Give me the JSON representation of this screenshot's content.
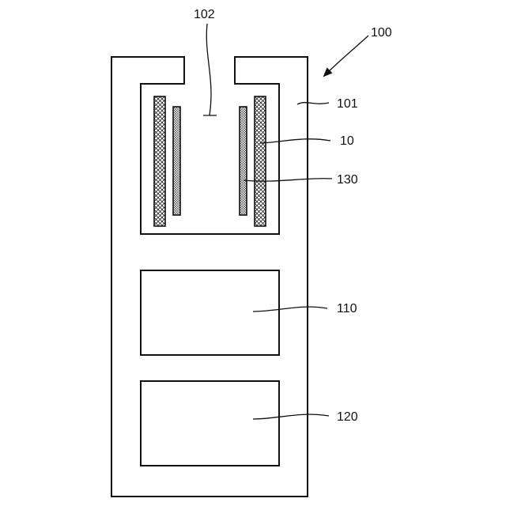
{
  "figure": {
    "labels": {
      "device": "100",
      "body": "101",
      "opening": "102",
      "electrode": "10",
      "strip": "130",
      "upper_module": "110",
      "lower_module": "120"
    },
    "colors": {
      "line": "#111111",
      "background": "#ffffff"
    }
  }
}
